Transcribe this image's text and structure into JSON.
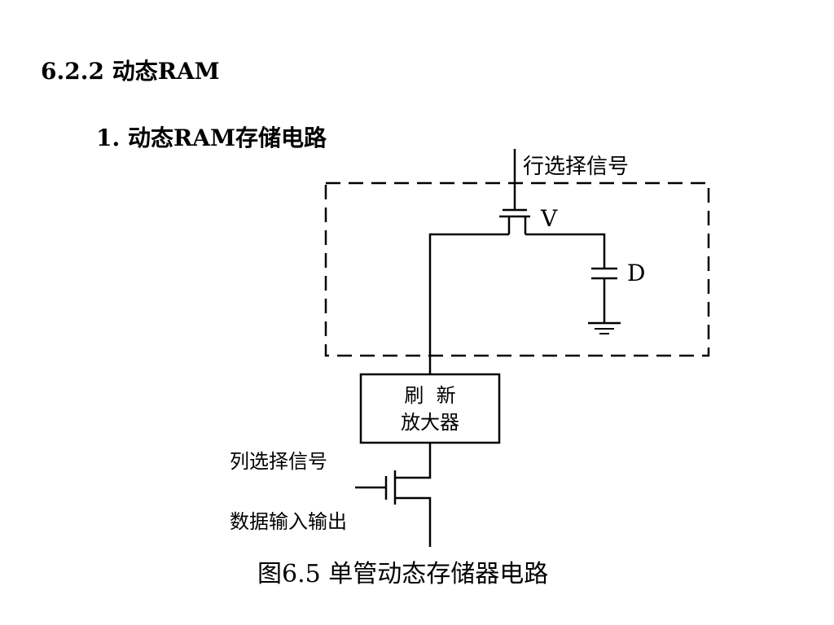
{
  "slide": {
    "section_title": "6.2.2  动态RAM",
    "sub_title": "1. 动态RAM存储电路",
    "caption": "图6.5  单管动态存储器电路"
  },
  "diagram": {
    "row_select_label": "行选择信号",
    "transistor_label": "V",
    "capacitor_label": "D",
    "amplifier_line1": "刷  新",
    "amplifier_line2": "放大器",
    "column_select_label": "列选择信号",
    "data_io_label": "数据输入输出"
  }
}
